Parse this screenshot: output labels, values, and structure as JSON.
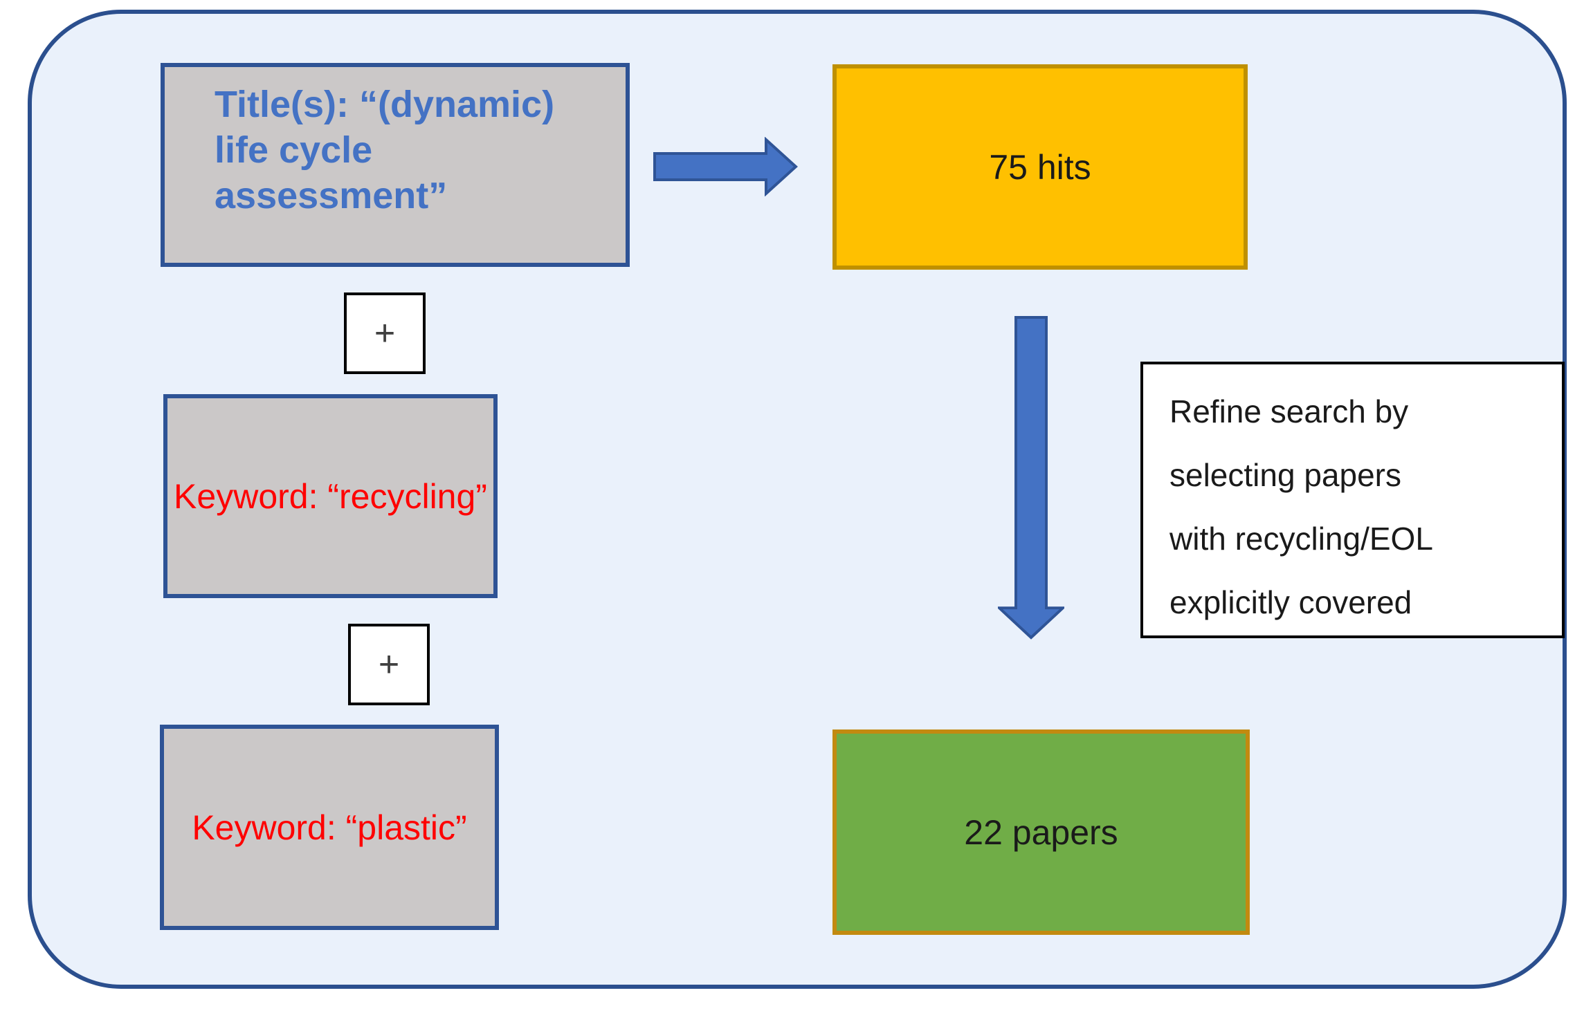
{
  "diagram": {
    "title_box": {
      "text": "Title(s): “(dynamic)\nlife cycle assessment”"
    },
    "plus_1": {
      "label": "+"
    },
    "keyword_recycling_box": {
      "text": "Keyword: “recycling”"
    },
    "plus_2": {
      "label": "+"
    },
    "keyword_plastic_box": {
      "text": "Keyword: “plastic”"
    },
    "hits_box": {
      "text": "75 hits"
    },
    "refine_note_box": {
      "text": "Refine search by\nselecting papers\nwith recycling/EOL\nexplicitly covered"
    },
    "papers_box": {
      "text": "22 papers"
    },
    "icons": {
      "right_arrow": "right-arrow",
      "down_arrow": "down-arrow"
    }
  },
  "colors": {
    "container-bg": "#EAF1FB",
    "container-border": "#2B4F8E",
    "gray-fill": "#CBC8C8",
    "blue-border": "#2E5395",
    "title-text": "#4472C4",
    "keyword-text": "#FF0000",
    "orange-fill": "#FFC000",
    "orange-border": "#BF9000",
    "green-fill": "#70AD47",
    "green-border": "#C28A10",
    "arrow-fill": "#4472C4",
    "arrow-border": "#2F5496",
    "plus-text": "#404040",
    "black-text": "#1A1A1A"
  }
}
